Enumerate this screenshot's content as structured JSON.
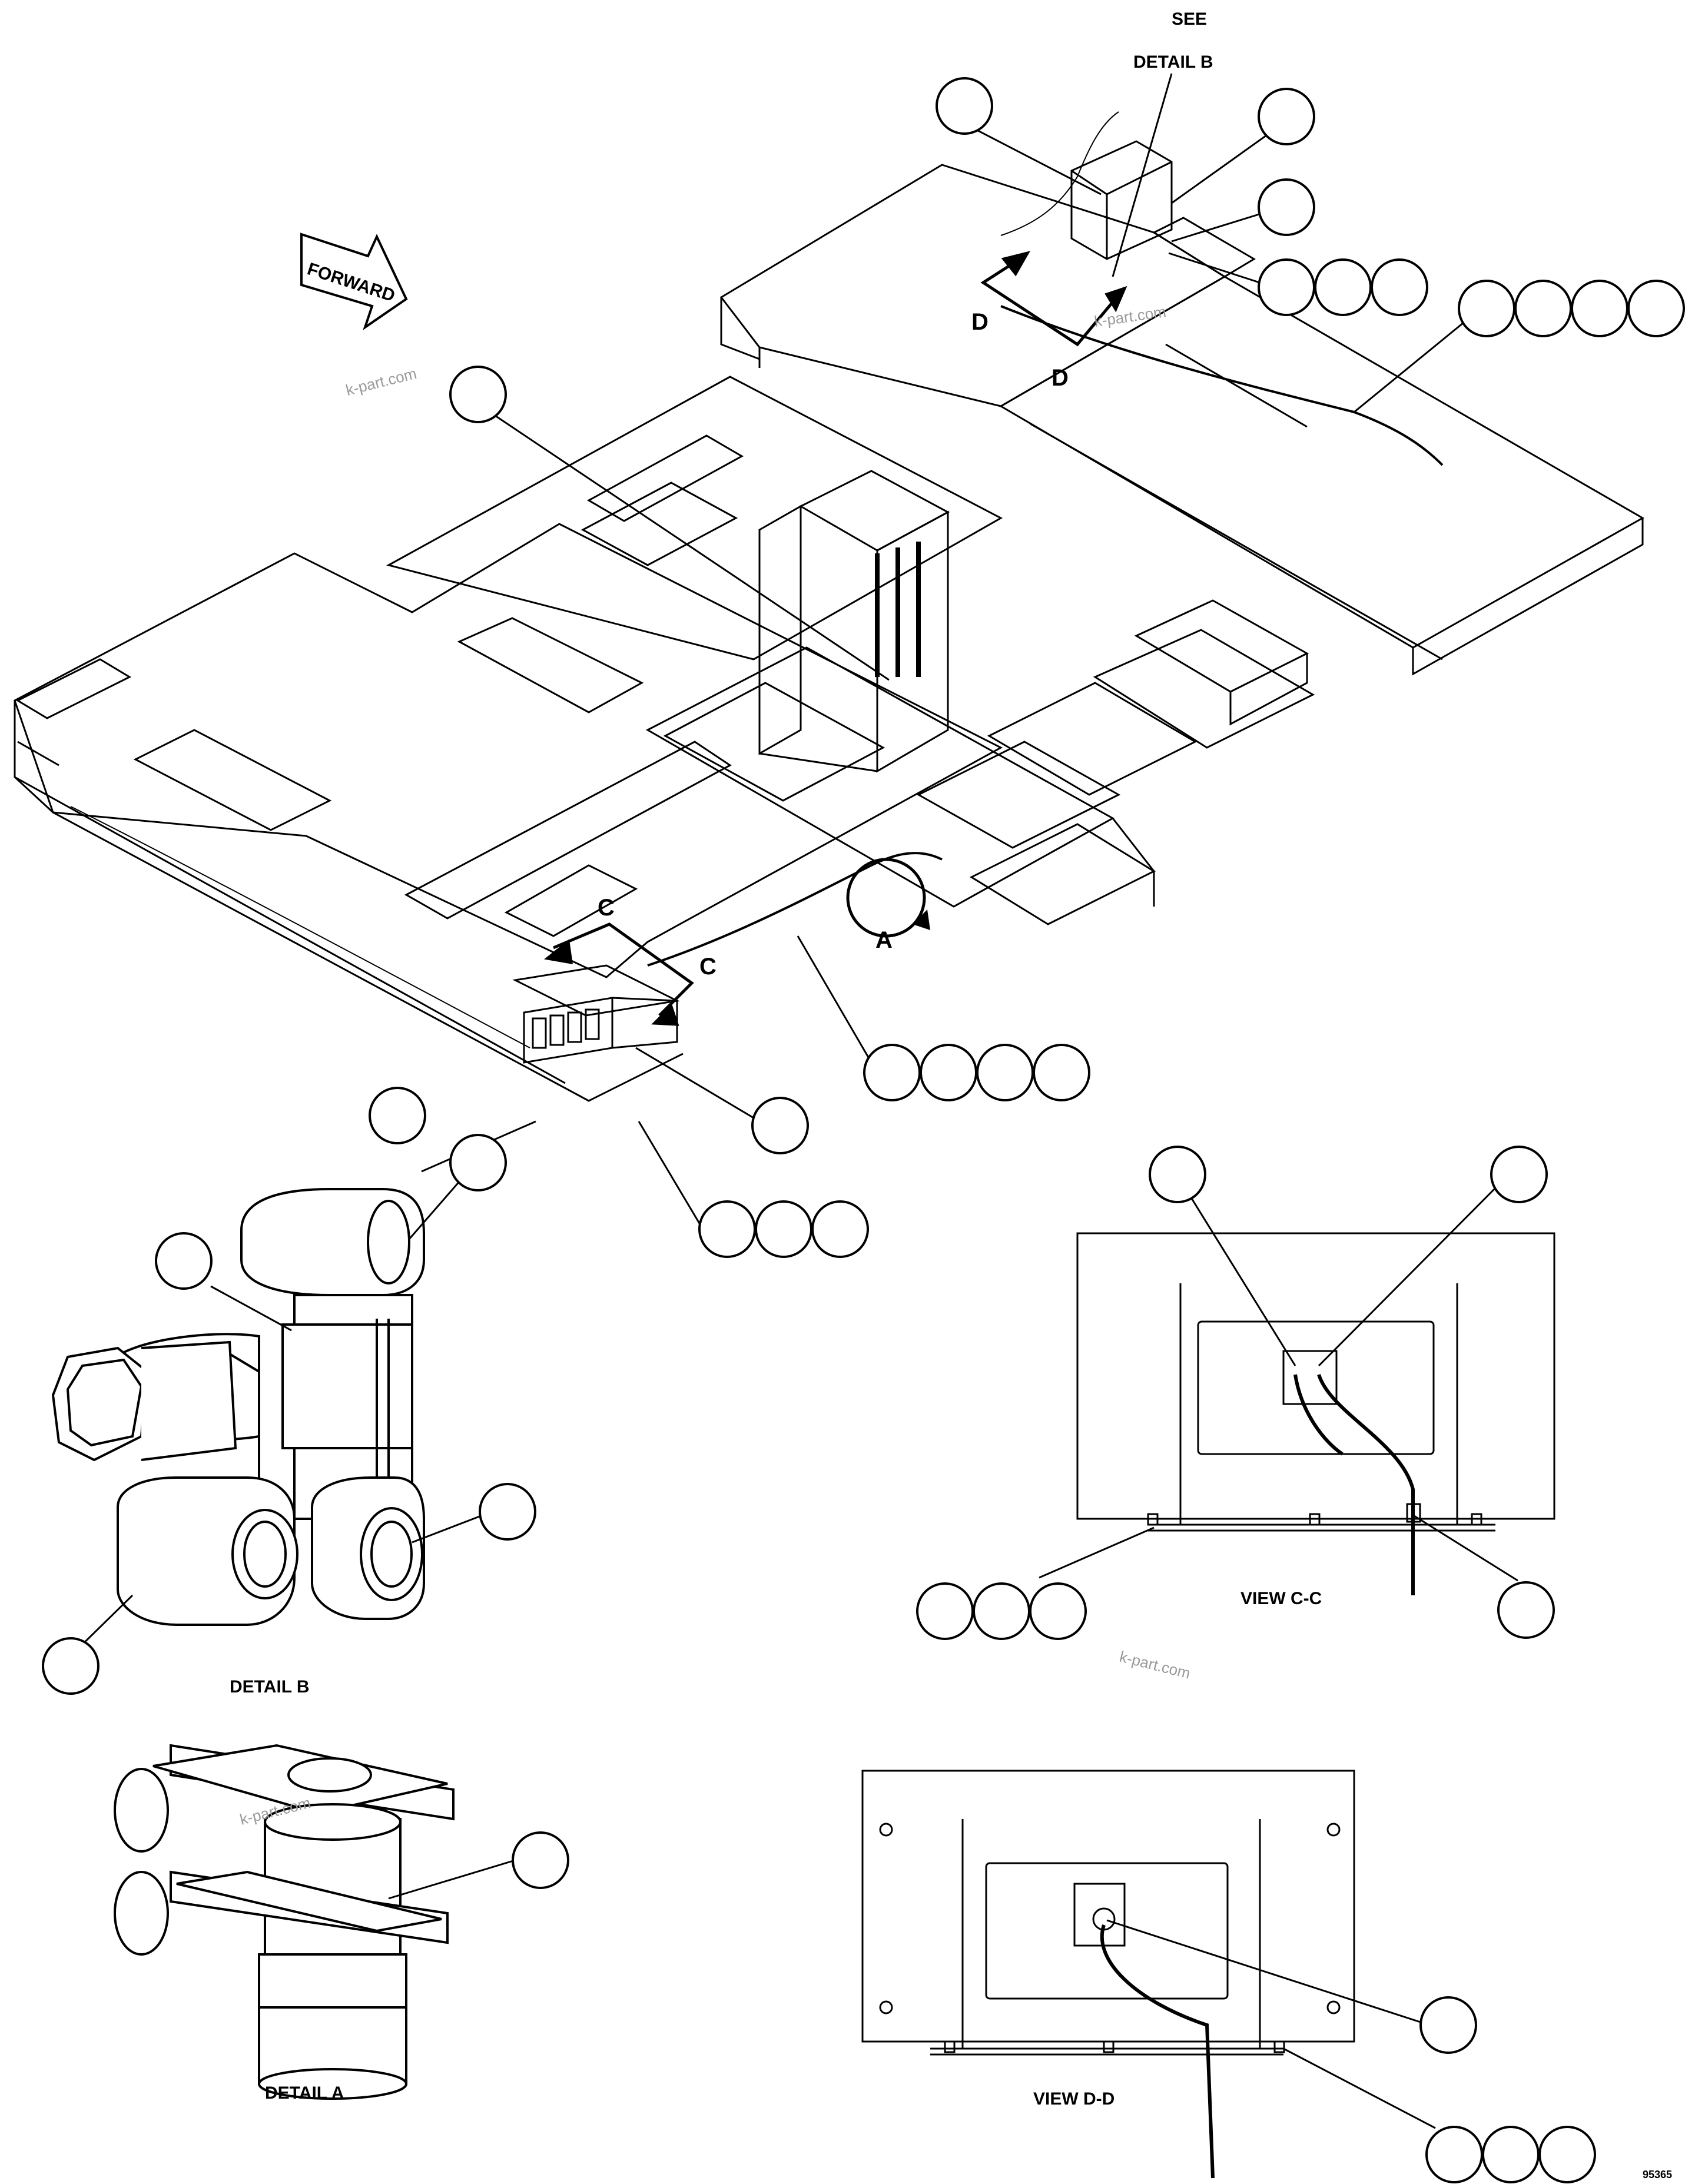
{
  "labels": {
    "see": "SEE",
    "detail_b_ref": "DETAIL B",
    "forward": "FORWARD",
    "section_d_1": "D",
    "section_d_2": "D",
    "section_c_1": "C",
    "section_c_2": "C",
    "detail_a_ref": "A",
    "detail_b_caption": "DETAIL B",
    "detail_a_caption": "DETAIL A",
    "view_cc_caption": "VIEW C-C",
    "view_dd_caption": "VIEW D-D",
    "drawing_number": "95365"
  },
  "watermarks": [
    "k-part.com",
    "k-part.com",
    "k-part.com",
    "k-part.com"
  ],
  "callout_groups": [
    {
      "name": "callout-top-left",
      "count": 1
    },
    {
      "name": "callout-top-right-1",
      "count": 1
    },
    {
      "name": "callout-top-right-2",
      "count": 1
    },
    {
      "name": "callout-top-right-3",
      "count": 3
    },
    {
      "name": "callout-right-harness",
      "count": 4
    },
    {
      "name": "callout-terminal-board",
      "count": 1
    },
    {
      "name": "callout-center-harness",
      "count": 4
    },
    {
      "name": "callout-front-left",
      "count": 1
    },
    {
      "name": "callout-front-right",
      "count": 1
    },
    {
      "name": "callout-front-bottom",
      "count": 3
    },
    {
      "name": "callout-detail-b-top",
      "count": 1
    },
    {
      "name": "callout-detail-b-left",
      "count": 1
    },
    {
      "name": "callout-detail-b-right",
      "count": 1
    },
    {
      "name": "callout-detail-b-bottom",
      "count": 1
    },
    {
      "name": "callout-view-cc-left",
      "count": 1
    },
    {
      "name": "callout-view-cc-right",
      "count": 1
    },
    {
      "name": "callout-view-cc-clamp",
      "count": 1
    },
    {
      "name": "callout-view-cc-bolts",
      "count": 3
    },
    {
      "name": "callout-detail-a",
      "count": 1
    },
    {
      "name": "callout-view-dd-grommet",
      "count": 1
    },
    {
      "name": "callout-view-dd-bolts",
      "count": 3
    }
  ]
}
